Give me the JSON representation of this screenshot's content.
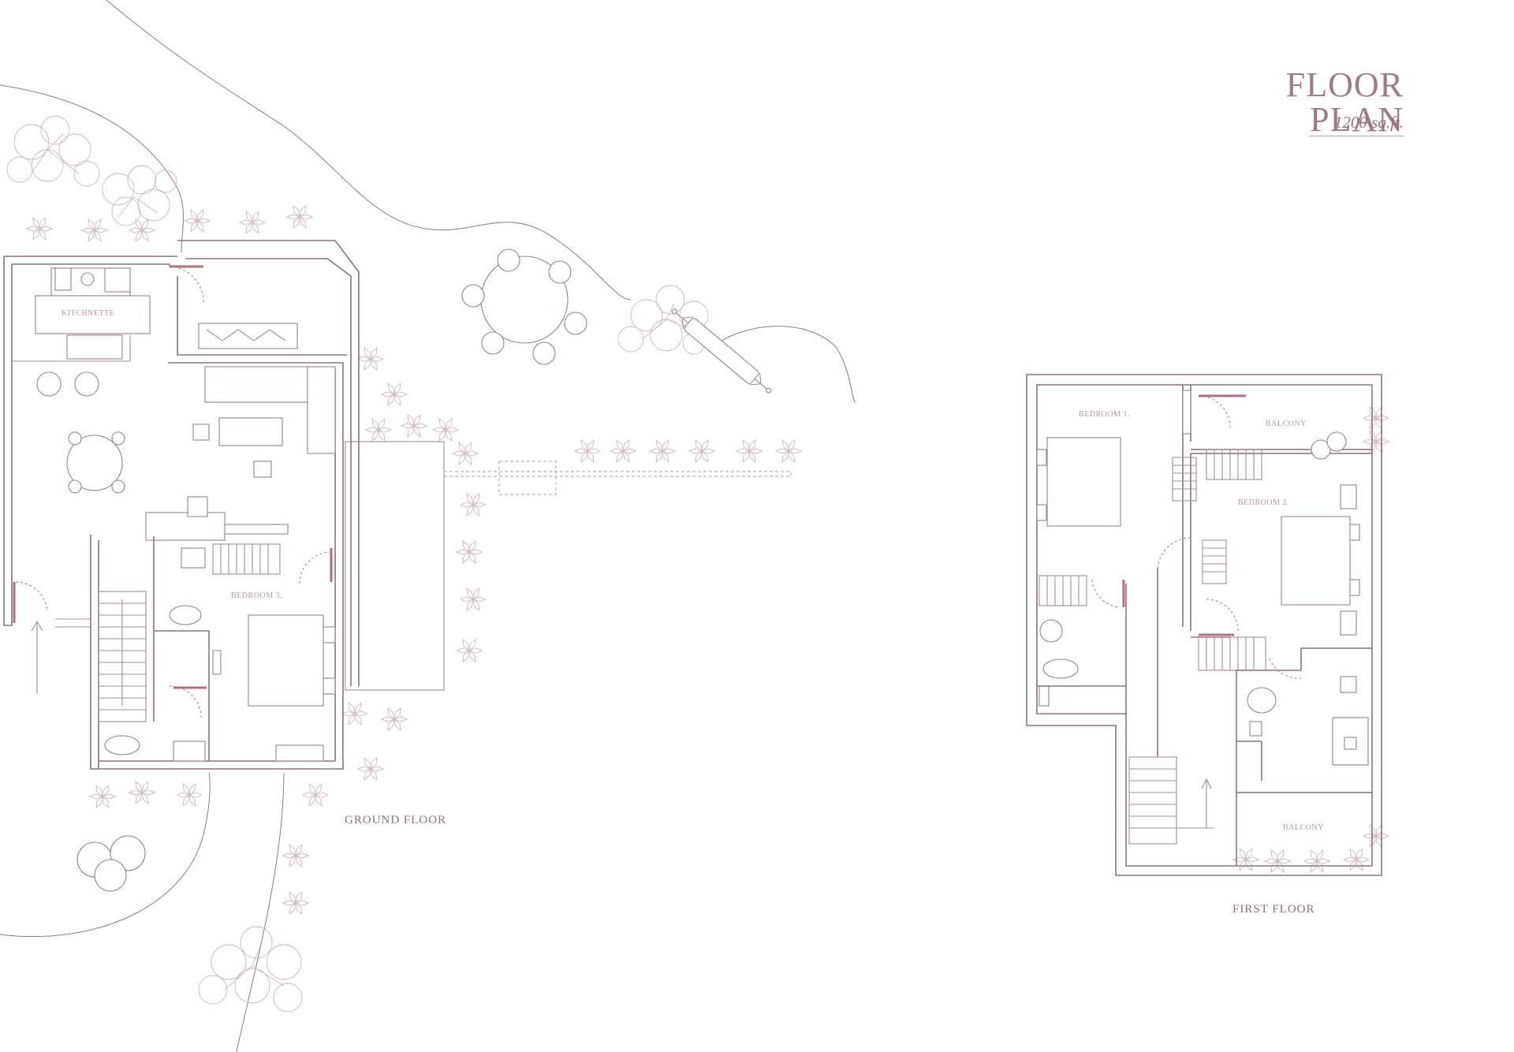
{
  "title": "FLOOR PLAN",
  "area": "1200 sq.ft.",
  "colors": {
    "accent": "#a07b7f",
    "wall": "#8f7274",
    "plant": "#d3bdbf",
    "door_jamb": "#b1707a"
  },
  "ground_floor": {
    "label": "GROUND FLOOR",
    "rooms": {
      "kitchenette": "KITCHNETTE",
      "bedroom3": "BEDROOM 3."
    }
  },
  "first_floor": {
    "label": "FIRST FLOOR",
    "rooms": {
      "bedroom1": "BEDROOM 1.",
      "bedroom2": "BEDROOM 2.",
      "balcony_top": "BALCONY",
      "balcony_bottom": "BALCONY"
    }
  }
}
